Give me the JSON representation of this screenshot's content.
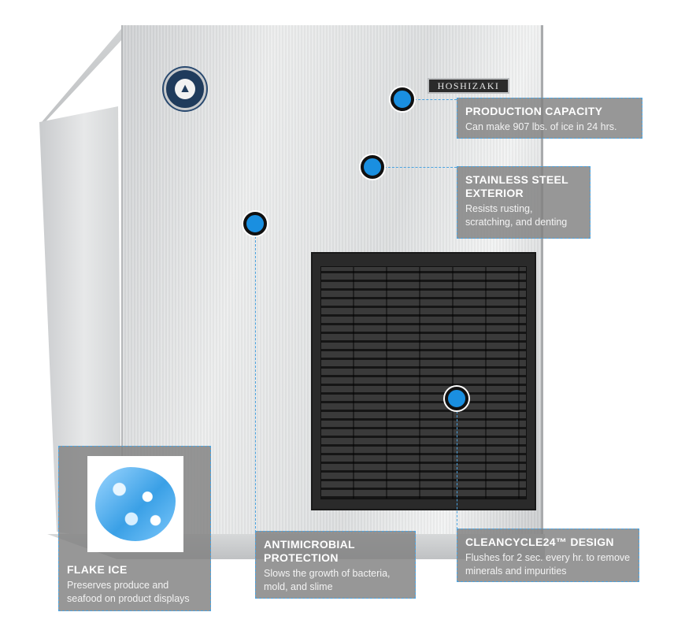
{
  "brand": {
    "plate_text": "HOSHIZAKI"
  },
  "colors": {
    "accent": "#1a8fe0",
    "callout_bg": "#808080",
    "dash": "#4aa3e0"
  },
  "callouts": {
    "production": {
      "title": "PRODUCTION CAPACITY",
      "desc": "Can make 907 lbs. of ice in 24 hrs."
    },
    "stainless": {
      "title": "STAINLESS STEEL EXTERIOR",
      "desc": "Resists rusting, scratching, and denting"
    },
    "antimicrobial": {
      "title": "ANTIMICROBIAL PROTECTION",
      "desc": "Slows the growth of bacteria, mold, and slime"
    },
    "cleancycle": {
      "title": "CLEANCYCLE24™ DESIGN",
      "desc": "Flushes for 2 sec. every hr. to remove minerals and impurities"
    },
    "flake": {
      "title": "FLAKE ICE",
      "desc": "Preserves produce and seafood on product displays"
    }
  },
  "icons": {
    "badge": "penguin-logo-icon",
    "ice": "flake-ice-image"
  }
}
